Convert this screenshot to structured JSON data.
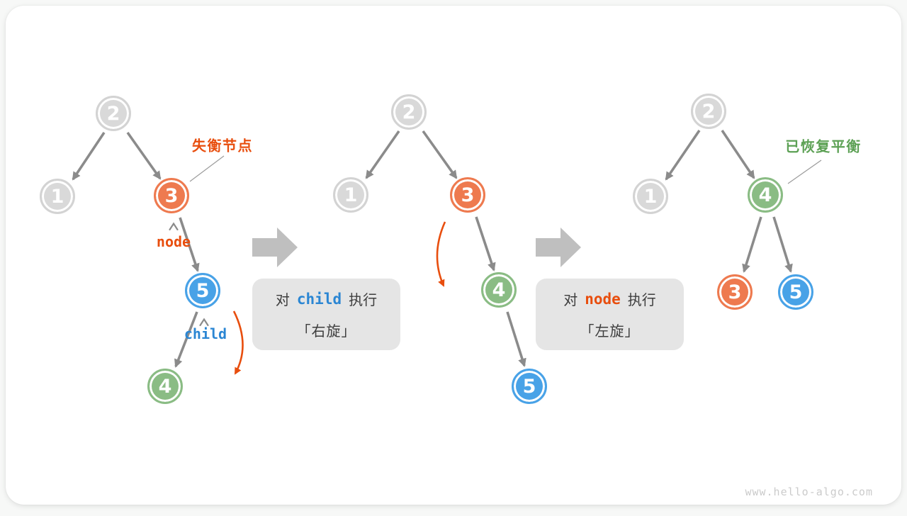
{
  "watermark": "www.hello-algo.com",
  "colors": {
    "node_gray": "#d9d9d9",
    "node_orange": "#ee7a4f",
    "node_blue": "#48a2e7",
    "node_green": "#8abc84",
    "accent_orange": "#e84e0e",
    "accent_blue": "#2b86d3",
    "accent_green": "#5da155",
    "edge_gray": "#8b8b8b"
  },
  "trees": [
    {
      "annotation": "失衡节点",
      "labels": {
        "node": "node",
        "child": "child"
      },
      "nodes": [
        {
          "value": "2",
          "variant": "gray"
        },
        {
          "value": "1",
          "variant": "gray"
        },
        {
          "value": "3",
          "variant": "orange"
        },
        {
          "value": "5",
          "variant": "blue"
        },
        {
          "value": "4",
          "variant": "green"
        }
      ]
    },
    {
      "nodes": [
        {
          "value": "2",
          "variant": "gray"
        },
        {
          "value": "1",
          "variant": "gray"
        },
        {
          "value": "3",
          "variant": "orange"
        },
        {
          "value": "4",
          "variant": "green"
        },
        {
          "value": "5",
          "variant": "blue"
        }
      ]
    },
    {
      "annotation": "已恢复平衡",
      "nodes": [
        {
          "value": "2",
          "variant": "gray"
        },
        {
          "value": "1",
          "variant": "gray"
        },
        {
          "value": "4",
          "variant": "green"
        },
        {
          "value": "3",
          "variant": "orange"
        },
        {
          "value": "5",
          "variant": "blue"
        }
      ]
    }
  ],
  "steps": [
    {
      "prefix": "对",
      "keyword": "child",
      "suffix": "执行",
      "action": "「右旋」"
    },
    {
      "prefix": "对",
      "keyword": "node",
      "suffix": "执行",
      "action": "「左旋」"
    }
  ]
}
